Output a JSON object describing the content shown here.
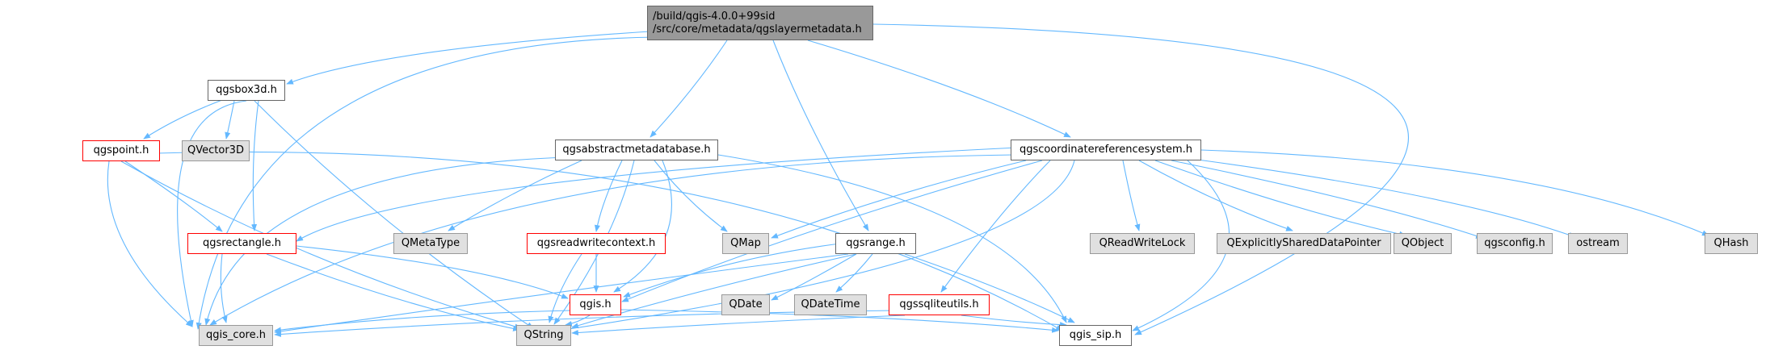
{
  "colors": {
    "edge": "#63b8ff",
    "root_fill": "#999999",
    "external_fill": "#e0e0e0",
    "warning_border": "#ff0000"
  },
  "root": {
    "line1": "/build/qgis-4.0.0+99sid",
    "line2": "/src/core/metadata/qgslayermetadata.h"
  },
  "nodes": {
    "qgsbox3d": "qgsbox3d.h",
    "qgspoint": "qgspoint.h",
    "qvector3d": "QVector3D",
    "qgsabstractmetadatabase": "qgsabstractmetadatabase.h",
    "qgscoordinatereferencesystem": "qgscoordinatereferencesystem.h",
    "qgsrectangle": "qgsrectangle.h",
    "qmetatype": "QMetaType",
    "qgsreadwritecontext": "qgsreadwritecontext.h",
    "qmap": "QMap",
    "qgsrange": "qgsrange.h",
    "qreadwritelock": "QReadWriteLock",
    "qexplicitlyshareddatapointer": "QExplicitlySharedDataPointer",
    "qobject": "QObject",
    "qgsconfig": "qgsconfig.h",
    "ostream": "ostream",
    "qhash": "QHash",
    "qgis": "qgis.h",
    "qdate": "QDate",
    "qdatetime": "QDateTime",
    "qgssqliteutils": "qgssqliteutils.h",
    "qgis_core": "qgis_core.h",
    "qstring": "QString",
    "qgis_sip": "qgis_sip.h"
  }
}
